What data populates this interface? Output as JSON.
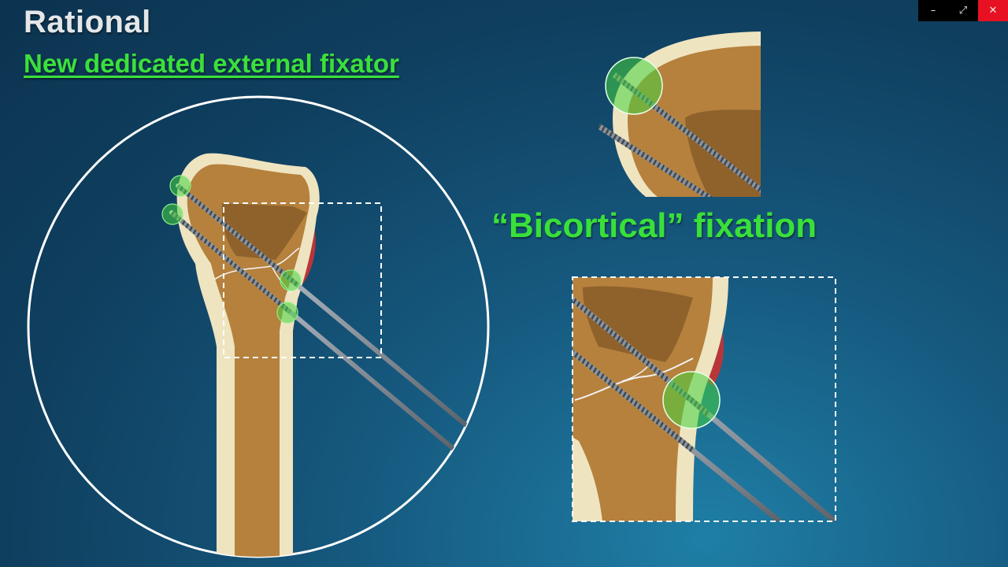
{
  "slide": {
    "title": "Rational",
    "subtitle": "New dedicated external fixator",
    "caption": "“Bicortical” fixation"
  },
  "window_controls": {
    "minimize": "–",
    "restore": "⤢",
    "close": "✕"
  },
  "colors": {
    "accent_green": "#39e039",
    "bone_cortex": "#efe4c0",
    "bone_marrow": "#b5813d",
    "muscle": "#b8363a",
    "background": "#16597f"
  }
}
